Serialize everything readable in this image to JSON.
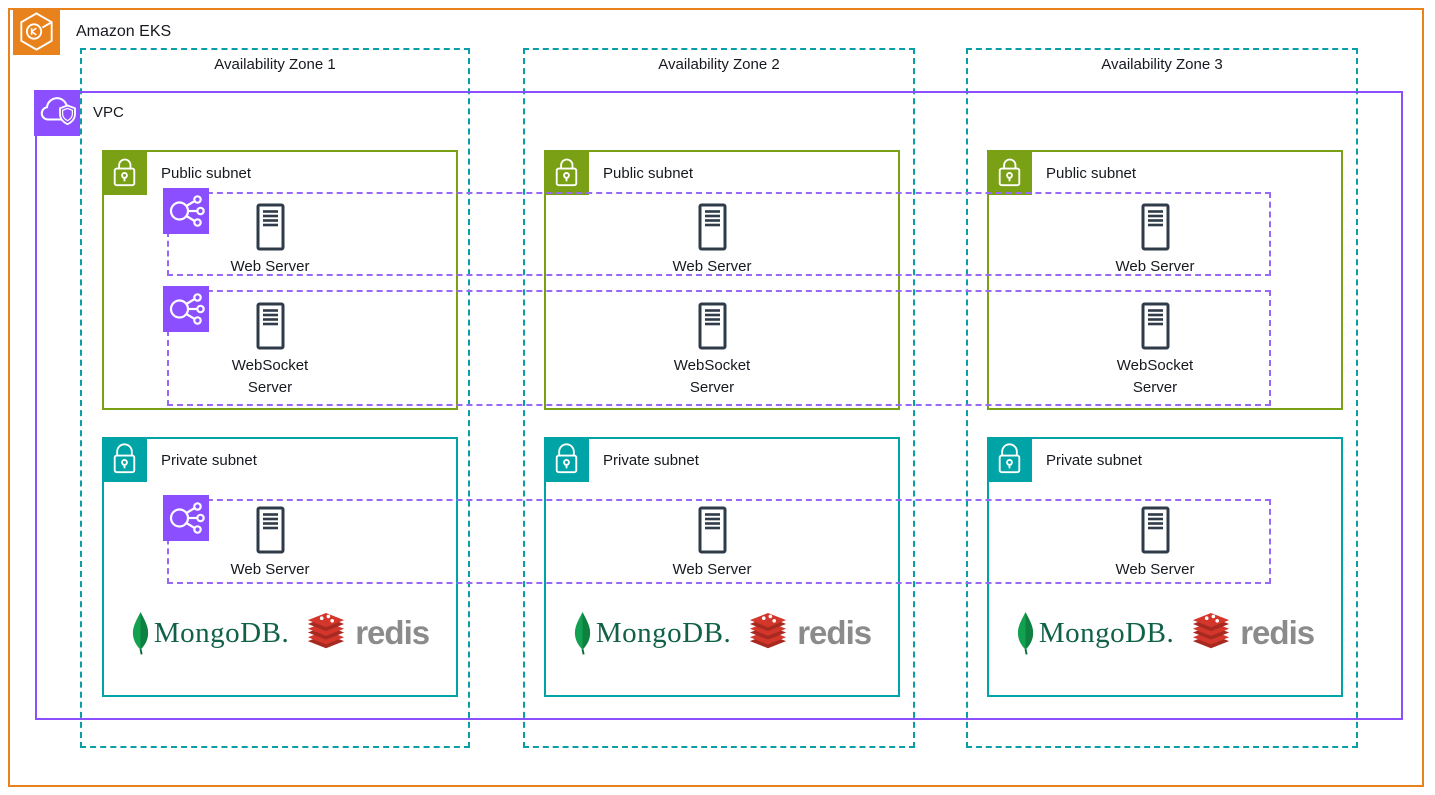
{
  "diagram": {
    "title": "Amazon EKS",
    "vpc": {
      "label": "VPC"
    },
    "zones": [
      {
        "label": "Availability Zone 1"
      },
      {
        "label": "Availability Zone 2"
      },
      {
        "label": "Availability Zone 3"
      }
    ],
    "subnets": {
      "public_label": "Public subnet",
      "private_label": "Private subnet"
    },
    "servers": {
      "public_web": "Web Server",
      "public_websocket": "WebSocket Server",
      "private_web": "Web Server"
    },
    "databases": {
      "mongodb": "MongoDB.",
      "redis": "redis"
    },
    "icons": {
      "eks": "eks-hexagon-k-icon",
      "vpc": "cloud-shield-icon",
      "public_subnet": "open-lock-icon",
      "private_subnet": "closed-lock-icon",
      "load_balancer": "elastic-load-balancer-icon",
      "server": "server-tower-icon",
      "mongodb": "mongodb-leaf-icon",
      "redis": "redis-stack-icon"
    },
    "colors": {
      "eks_orange": "#E8821D",
      "vpc_purple": "#8C4FFF",
      "scaling_group_purple": "#9869F8",
      "availability_zone_teal": "#0A9FA8",
      "public_subnet_green": "#7AA116",
      "private_subnet_teal": "#00A4A6",
      "server_slate": "#2F3B49",
      "mongodb_leaf_green": "#12A150",
      "mongodb_text_green": "#116149",
      "redis_red": "#D5362B",
      "redis_text_gray": "#8B8B8B"
    }
  }
}
